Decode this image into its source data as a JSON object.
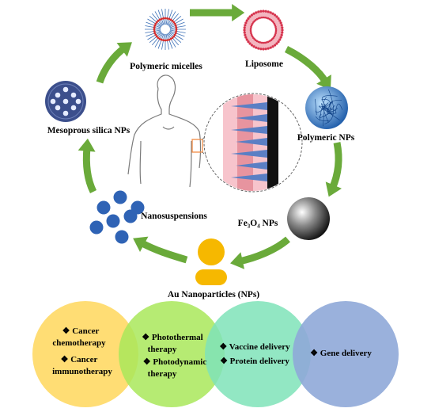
{
  "cycle_nodes": [
    {
      "id": "micelles",
      "label": "Polymeric micelles"
    },
    {
      "id": "liposome",
      "label": "Liposome"
    },
    {
      "id": "polymeric_nps",
      "label": "Polymeric NPs"
    },
    {
      "id": "fe3o4",
      "label": "Fe₃O₄ NPs"
    },
    {
      "id": "au",
      "label": "Au Nanoparticles (NPs)"
    },
    {
      "id": "nanosuspensions",
      "label": "Nanosuspensions"
    },
    {
      "id": "silica",
      "label": "Mesoprous silica NPs"
    }
  ],
  "venn": [
    {
      "color": "#ffd965",
      "lines": [
        "❖ Cancer",
        "chemotherapy",
        "❖ Cancer",
        "immunotherapy"
      ]
    },
    {
      "color": "#a9e85a",
      "lines": [
        "❖ Photothermal",
        "therapy",
        "❖ Photodynamic",
        "therapy"
      ]
    },
    {
      "color": "#7fe3b8",
      "lines": [
        "❖ Vaccine delivery",
        "❖ Protein delivery"
      ]
    },
    {
      "color": "#8fa8d8",
      "lines": [
        "❖ Gene delivery"
      ]
    }
  ],
  "colors": {
    "arrow": "#6aaa3a",
    "au": "#f6b800",
    "silica": "#3c4f8c",
    "nanosusp": "#2f63b5",
    "liposome": "#d6334d"
  }
}
